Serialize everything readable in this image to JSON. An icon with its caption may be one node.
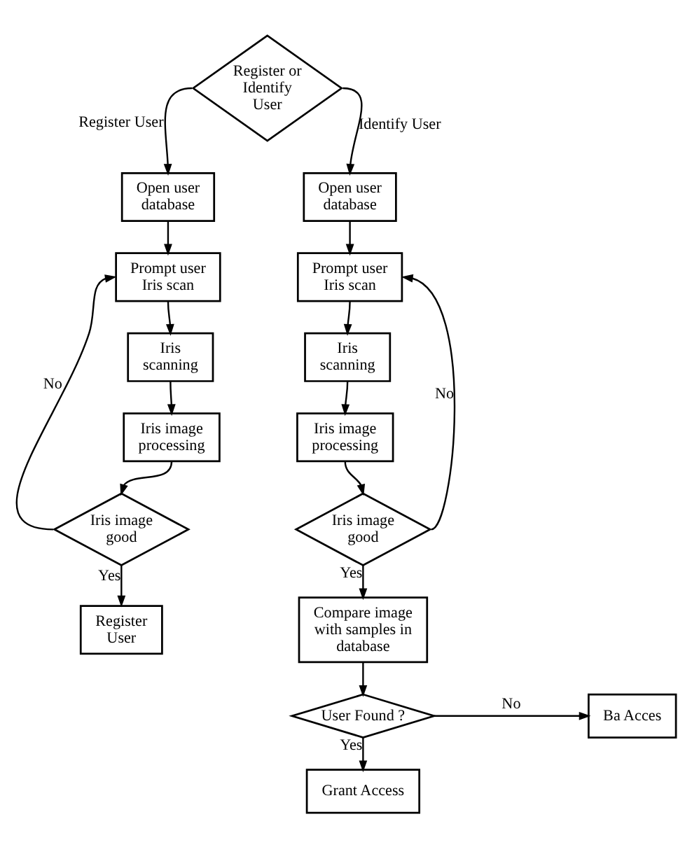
{
  "diagram": {
    "nodes": [
      {
        "text": [
          "Register or Identify User"
        ]
      },
      {
        "text": [
          "Open user database"
        ]
      },
      {
        "text": [
          "Prompt user Iris scan"
        ]
      },
      {
        "text": [
          "Iris scanning"
        ]
      },
      {
        "text": [
          "Iris image processing"
        ]
      },
      {
        "text": [
          "Iris image good"
        ]
      },
      {
        "text": [
          "Register User"
        ]
      },
      {
        "text": [
          "Open user database"
        ]
      },
      {
        "text": [
          "Prompt user Iris scan"
        ]
      },
      {
        "text": [
          "Iris scanning"
        ]
      },
      {
        "text": [
          "Iris image processing"
        ]
      },
      {
        "text": [
          "Iris image good"
        ]
      },
      {
        "text": [
          "Compare image with samples in database"
        ]
      },
      {
        "text": [
          "User Found ?"
        ]
      },
      {
        "text": [
          "Ba Acces"
        ]
      },
      {
        "text": [
          "Grant Access"
        ]
      }
    ],
    "edges": [
      {
        "from": 0,
        "to": 1,
        "arrow": "to",
        "label": "Register User"
      },
      {
        "from": 0,
        "to": 7,
        "arrow": "to",
        "label": "Identify User"
      },
      {
        "from": 1,
        "to": 2,
        "arrow": "to"
      },
      {
        "from": 2,
        "to": 3,
        "arrow": "to"
      },
      {
        "from": 3,
        "to": 4,
        "arrow": "to"
      },
      {
        "from": 4,
        "to": 5,
        "arrow": "to"
      },
      {
        "from": 5,
        "to": 2,
        "arrow": "to",
        "label": "No"
      },
      {
        "from": 5,
        "to": 6,
        "arrow": "to",
        "label": "Yes"
      },
      {
        "from": 7,
        "to": 8,
        "arrow": "to"
      },
      {
        "from": 8,
        "to": 9,
        "arrow": "to"
      },
      {
        "from": 9,
        "to": 10,
        "arrow": "to"
      },
      {
        "from": 10,
        "to": 11,
        "arrow": "to"
      },
      {
        "from": 11,
        "to": 8,
        "arrow": "to",
        "label": "No"
      },
      {
        "from": 11,
        "to": 12,
        "arrow": "to",
        "label": "Yes"
      },
      {
        "from": 12,
        "to": 13,
        "arrow": "to"
      },
      {
        "from": 13,
        "to": 14,
        "arrow": "to",
        "label": "No"
      },
      {
        "from": 13,
        "to": 15,
        "arrow": "to",
        "label": "Yes"
      }
    ]
  }
}
